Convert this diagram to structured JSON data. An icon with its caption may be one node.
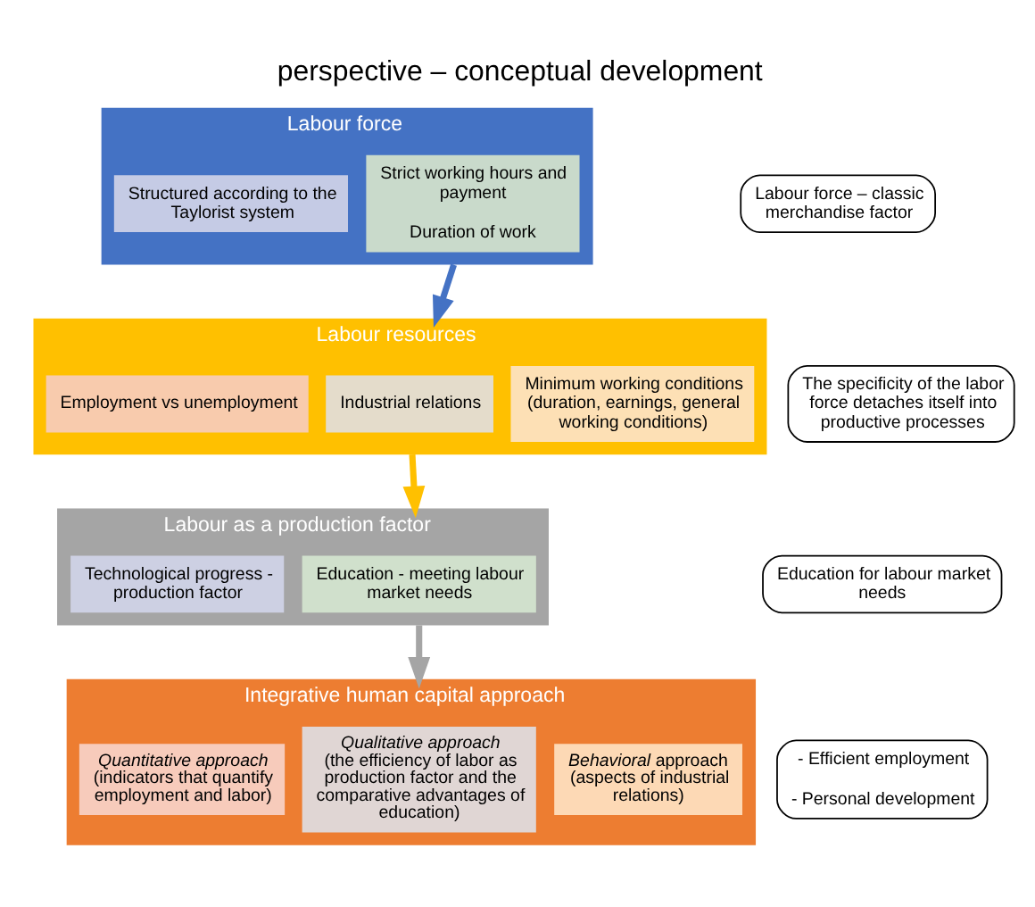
{
  "diagram": {
    "title": "perspective – conceptual development",
    "nodes": [
      {
        "text": [
          "Labour force"
        ]
      },
      {
        "text": [
          "Structured according to the Taylorist system"
        ],
        "in": 0
      },
      {
        "text": [
          "Strict working hours and payment",
          "Duration of work"
        ],
        "in": 0
      },
      {
        "text": [
          "Labour force – classic merchandise factor"
        ]
      },
      {
        "text": [
          "Labour resources"
        ]
      },
      {
        "text": [
          "Employment vs unemployment"
        ],
        "in": 4
      },
      {
        "text": [
          "Industrial relations"
        ],
        "in": 4
      },
      {
        "text": [
          "Minimum working conditions (duration, earnings, general working conditions)"
        ],
        "in": 4
      },
      {
        "text": [
          "The specificity of the labor force detaches itself into productive processes"
        ]
      },
      {
        "text": [
          "Labour as a production factor"
        ]
      },
      {
        "text": [
          "Technological progress - production factor"
        ],
        "in": 9
      },
      {
        "text": [
          "Education - meeting labour market needs"
        ],
        "in": 9
      },
      {
        "text": [
          "Education for labour market needs"
        ]
      },
      {
        "text": [
          "Integrative human capital approach"
        ]
      },
      {
        "text": [
          "*Quantitative approach* (indicators that quantify employment and labor)"
        ],
        "in": 13
      },
      {
        "text": [
          "*Qualitative approach* (the efficiency of labor as production factor and the comparative advantages of education)"
        ],
        "in": 13
      },
      {
        "text": [
          "*Behavioral* approach (aspects of industrial relations)"
        ],
        "in": 13
      },
      {
        "text": [
          "- Efficient employment",
          "- Personal development"
        ]
      }
    ],
    "edges": [
      {
        "from": 0,
        "to": 4,
        "arrow": "to",
        "color": "#4472c4"
      },
      {
        "from": 4,
        "to": 9,
        "arrow": "to",
        "color": "#ffc000"
      },
      {
        "from": 9,
        "to": 13,
        "arrow": "to",
        "color": "#a5a5a5"
      }
    ]
  }
}
